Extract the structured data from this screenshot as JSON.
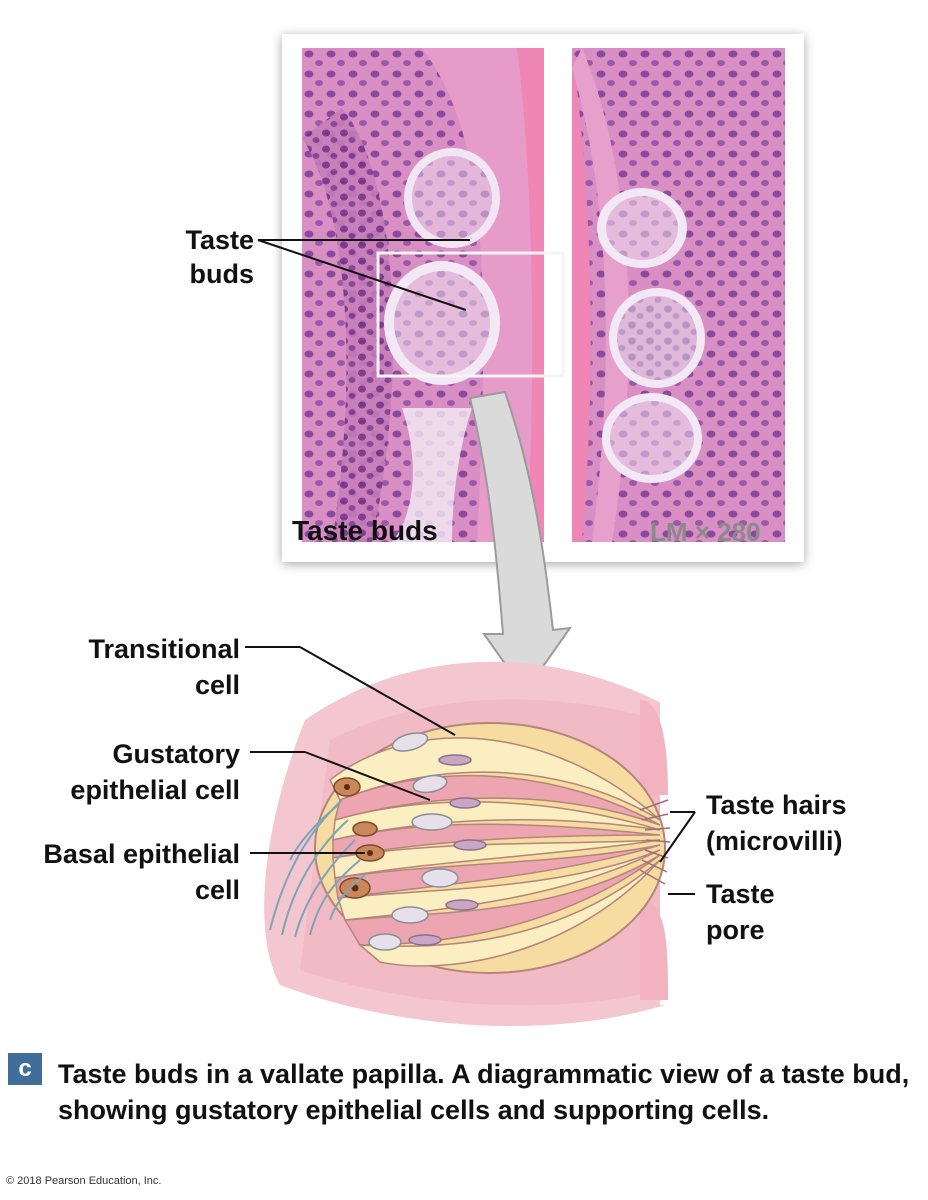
{
  "micrograph": {
    "caption": "Taste buds",
    "magnification": "LM × 280",
    "label_taste_buds_line1": "Taste",
    "label_taste_buds_line2": "buds"
  },
  "diagram": {
    "transitional_line1": "Transitional",
    "transitional_line2": "cell",
    "gustatory_line1": "Gustatory",
    "gustatory_line2": "epithelial cell",
    "basal_line1": "Basal epithelial",
    "basal_line2": "cell",
    "taste_hairs_line1": "Taste hairs",
    "taste_hairs_line2": "(microvilli)",
    "taste_pore_line1": "Taste",
    "taste_pore_line2": "pore"
  },
  "figure": {
    "badge": "c",
    "caption": "Taste buds in a vallate papilla. A diagrammatic view of a taste bud, showing gustatory epithelial cells and supporting cells.",
    "copyright": "© 2018 Pearson Education, Inc."
  },
  "colors": {
    "tissue_pink": "#e8a6cf",
    "nuclei_purple": "#7d3e8f",
    "cell_yellow": "#f8e6b0",
    "cell_pink": "#eba2ae",
    "arrow_gray": "#d9d9d9"
  }
}
